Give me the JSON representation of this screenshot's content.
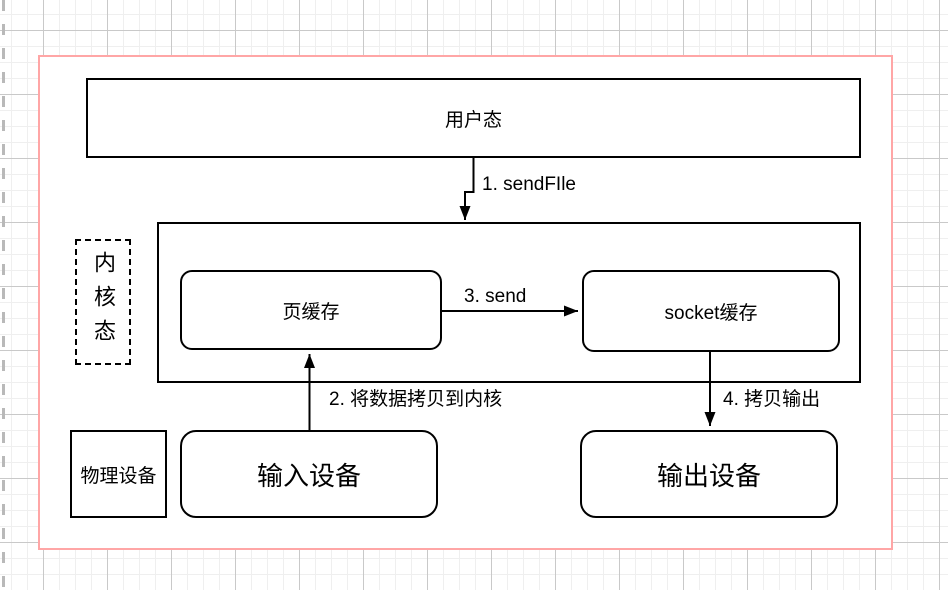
{
  "diagram": {
    "type": "flowchart",
    "topic": "sendfile kernel data copy flow",
    "nodes": {
      "user_mode": {
        "label": "用户态"
      },
      "kernel_mode_caption": {
        "label": "内核态"
      },
      "page_cache": {
        "label": "页缓存"
      },
      "socket_buffer": {
        "label": "socket缓存"
      },
      "physical_device_caption": {
        "label": "物理设备"
      },
      "input_device": {
        "label": "输入设备"
      },
      "output_device": {
        "label": "输出设备"
      }
    },
    "edges": [
      {
        "id": "sendfile",
        "label": "1. sendFIle",
        "from": "user_mode",
        "to": "kernel_mode"
      },
      {
        "id": "copy_to_kernel",
        "label": "2. 将数据拷贝到内核",
        "from": "input_device",
        "to": "page_cache"
      },
      {
        "id": "send",
        "label": "3. send",
        "from": "page_cache",
        "to": "socket_buffer"
      },
      {
        "id": "copy_output",
        "label": "4. 拷贝输出",
        "from": "socket_buffer",
        "to": "output_device"
      }
    ],
    "colors": {
      "page_border": "#ffa6a6",
      "shape_stroke": "#000000",
      "grid_minor": "#efefef",
      "grid_major": "#c9c9c9",
      "shape_fill": "#ffffff"
    }
  }
}
